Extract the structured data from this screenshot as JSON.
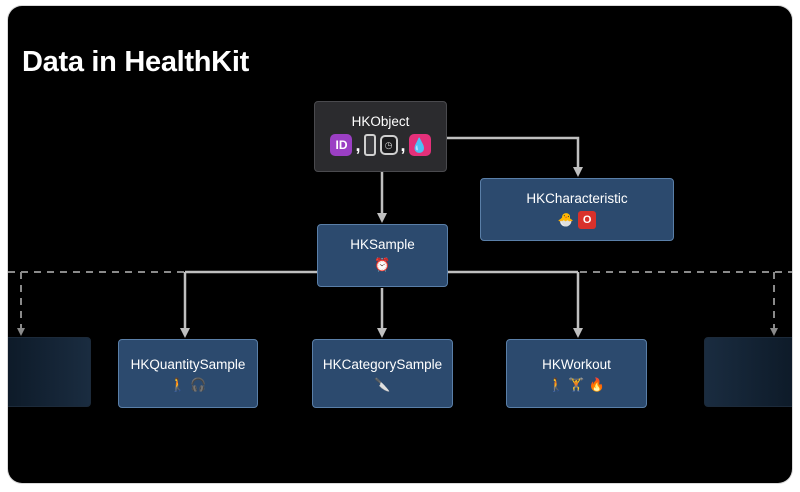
{
  "title": "Data in HealthKit",
  "nodes": {
    "hkobject": {
      "label": "HKObject",
      "icons": [
        "id-icon",
        "iphone-icon",
        "apple-watch-icon",
        "blood-drop-icon"
      ],
      "id_text": "ID",
      "separator": ","
    },
    "hkcharacteristic": {
      "label": "HKCharacteristic",
      "icons": [
        "hatching-chick-icon",
        "blood-type-o-icon"
      ],
      "emoji_chick": "🐣",
      "o_text": "O"
    },
    "hksample": {
      "label": "HKSample",
      "icons": [
        "alarm-clock-icon"
      ],
      "emoji_clock": "⏰"
    },
    "hkquantitysample": {
      "label": "HKQuantitySample",
      "icons": [
        "walking-person-icon",
        "headphones-icon"
      ],
      "emoji_walk": "🚶",
      "emoji_headphones": "🎧"
    },
    "hkcategorysample": {
      "label": "HKCategorySample",
      "icons": [
        "knife-icon"
      ],
      "emoji_knife": "🔪"
    },
    "hkworkout": {
      "label": "HKWorkout",
      "icons": [
        "walking-person-icon",
        "weightlifter-icon",
        "fire-icon"
      ],
      "emoji_walk": "🚶",
      "emoji_lift": "🏋",
      "emoji_fire": "🔥"
    }
  },
  "colors": {
    "background": "#000000",
    "node_blue": "#2c4a6e",
    "node_dark": "#2b2b2e",
    "connector": "#bfbfbf",
    "dashed": "#8a8a8a"
  }
}
